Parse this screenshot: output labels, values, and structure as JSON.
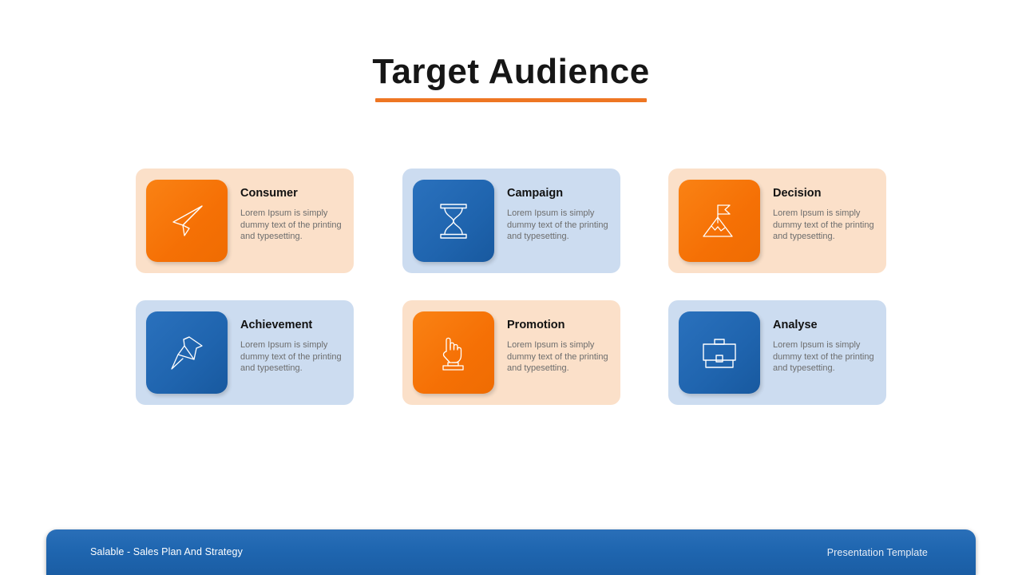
{
  "slide": {
    "title": "Target Audience",
    "accent_color": "#ee7623",
    "title_color": "#161616"
  },
  "cards": [
    {
      "title": "Consumer",
      "description": "Lorem Ipsum is simply dummy text of the printing and typesetting.",
      "icon": "paper-plane-icon",
      "theme": "orange",
      "card_bg": "#fbe0c9",
      "tile_bg": "#f97506"
    },
    {
      "title": "Campaign",
      "description": "Lorem Ipsum is simply dummy text of the printing and typesetting.",
      "icon": "hourglass-icon",
      "theme": "blue",
      "card_bg": "#ccdcf0",
      "tile_bg": "#1e64ad"
    },
    {
      "title": "Decision",
      "description": "Lorem Ipsum is simply dummy text of the printing and typesetting.",
      "icon": "mountain-flag-icon",
      "theme": "orange",
      "card_bg": "#fbe0c9",
      "tile_bg": "#f97506"
    },
    {
      "title": "Achievement",
      "description": "Lorem Ipsum is simply dummy text of the printing and typesetting.",
      "icon": "pushpin-icon",
      "theme": "blue",
      "card_bg": "#ccdcf0",
      "tile_bg": "#1e64ad"
    },
    {
      "title": "Promotion",
      "description": "Lorem Ipsum is simply dummy text of the printing and typesetting.",
      "icon": "hand-press-button-icon",
      "theme": "orange",
      "card_bg": "#fbe0c9",
      "tile_bg": "#f97506"
    },
    {
      "title": "Analyse",
      "description": "Lorem Ipsum is simply dummy text of the printing and typesetting.",
      "icon": "briefcase-icon",
      "theme": "blue",
      "card_bg": "#ccdcf0",
      "tile_bg": "#1e64ad"
    }
  ],
  "footer": {
    "left_label": "Salable - Sales Plan And Strategy",
    "right_label": "Presentation Template",
    "bar_color": "#1f66b0"
  }
}
